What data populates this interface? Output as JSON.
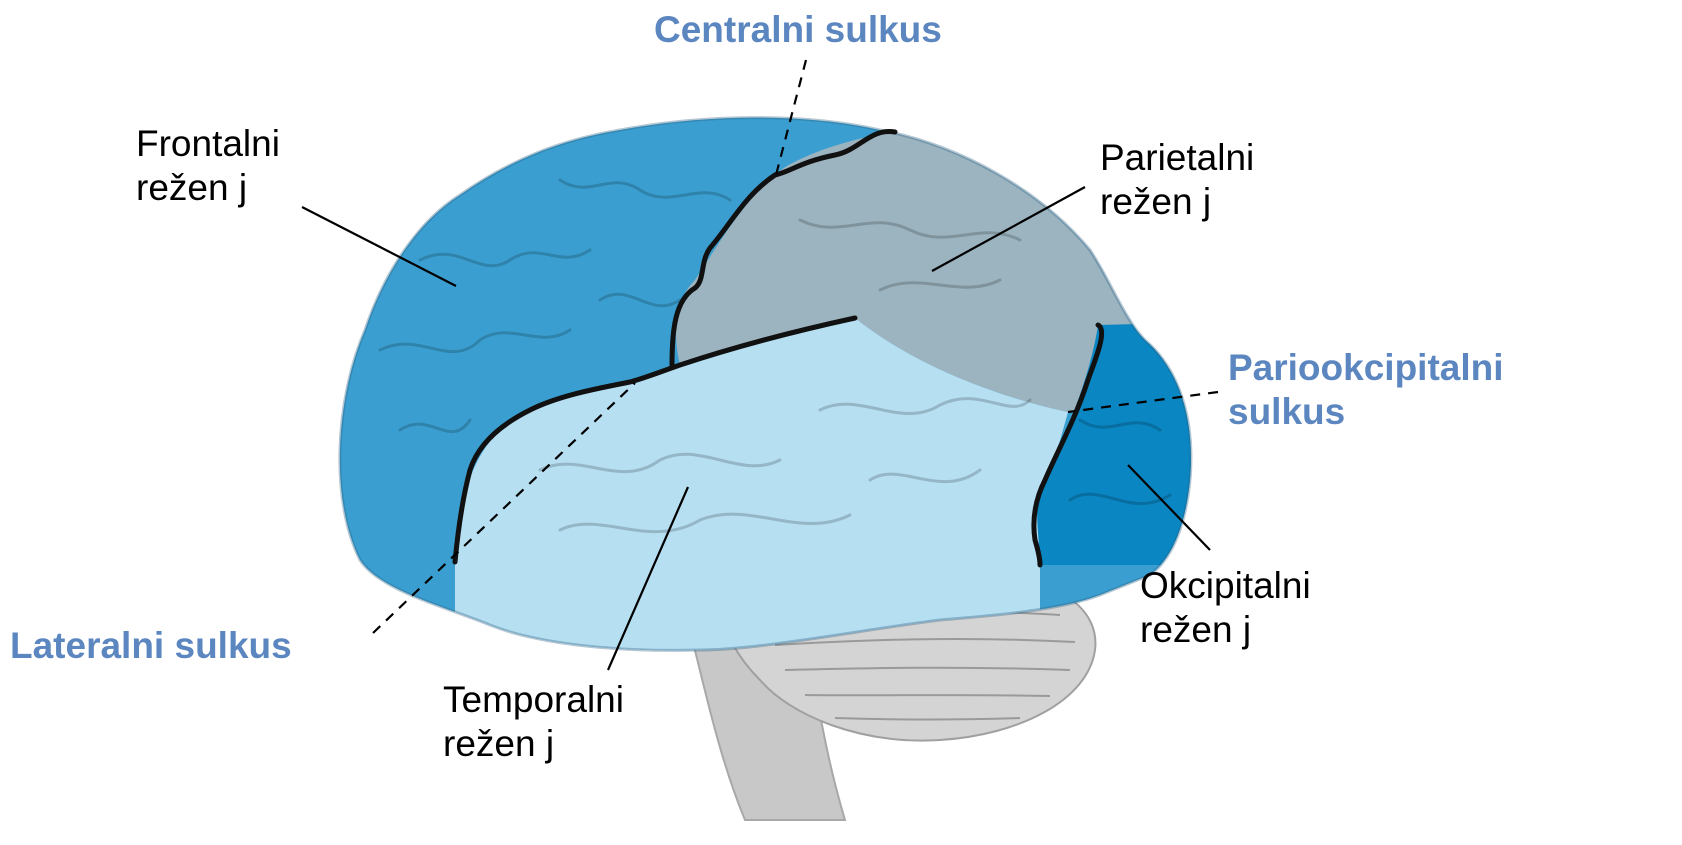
{
  "labels": {
    "frontal": {
      "line1": "Frontalni",
      "line2": "režen j"
    },
    "parietal": {
      "line1": "Parietalni",
      "line2": "režen j"
    },
    "temporal": {
      "line1": "Temporalni",
      "line2": "režen j"
    },
    "occipital": {
      "line1": "Okcipitalni",
      "line2": "režen j"
    }
  },
  "sulci": {
    "central": "Centralni sulkus",
    "lateral": "Lateralni sulkus",
    "parieto_occipital": {
      "line1": "Pariookcipitalni",
      "line2": "sulkus"
    }
  },
  "colors": {
    "frontal_lobe": "#3a9fd0",
    "parietal_lobe": "#9cb4c0",
    "temporal_lobe": "#b6dff2",
    "occipital_lobe": "#0a86c2",
    "cerebellum": "#d4d4d4",
    "brainstem": "#c8c8c8",
    "sulcus_label": "#5b86c0",
    "boundary_line": "#111111"
  }
}
